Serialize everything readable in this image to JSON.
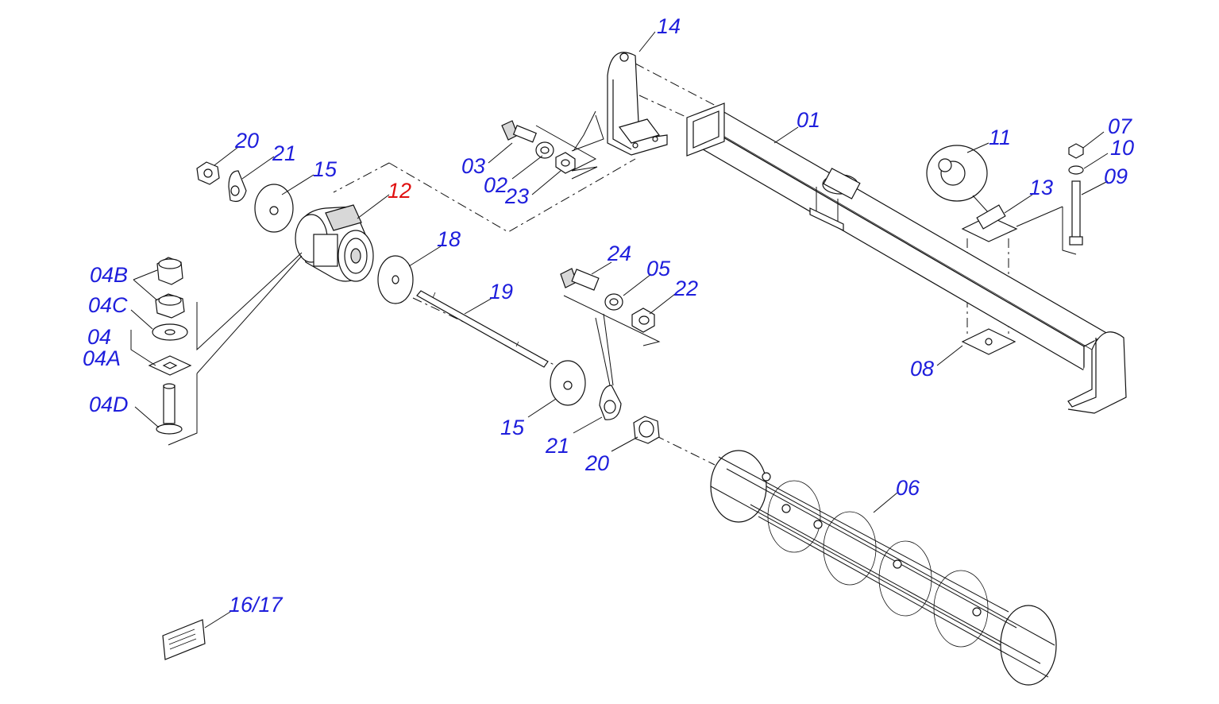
{
  "labels": {
    "l01": "01",
    "l02": "02",
    "l03": "03",
    "l04": "04",
    "l04A": "04A",
    "l04B": "04B",
    "l04C": "04C",
    "l04D": "04D",
    "l05": "05",
    "l06": "06",
    "l07": "07",
    "l08": "08",
    "l09": "09",
    "l10": "10",
    "l11": "11",
    "l12": "12",
    "l13": "13",
    "l14": "14",
    "l15a": "15",
    "l15b": "15",
    "l16_17": "16/17",
    "l18": "18",
    "l19": "19",
    "l20a": "20",
    "l20b": "20",
    "l21a": "21",
    "l21b": "21",
    "l22": "22",
    "l23": "23",
    "l24": "24"
  },
  "colors": {
    "label": "#1e1edc",
    "highlight": "#e01010",
    "line": "#111111"
  }
}
